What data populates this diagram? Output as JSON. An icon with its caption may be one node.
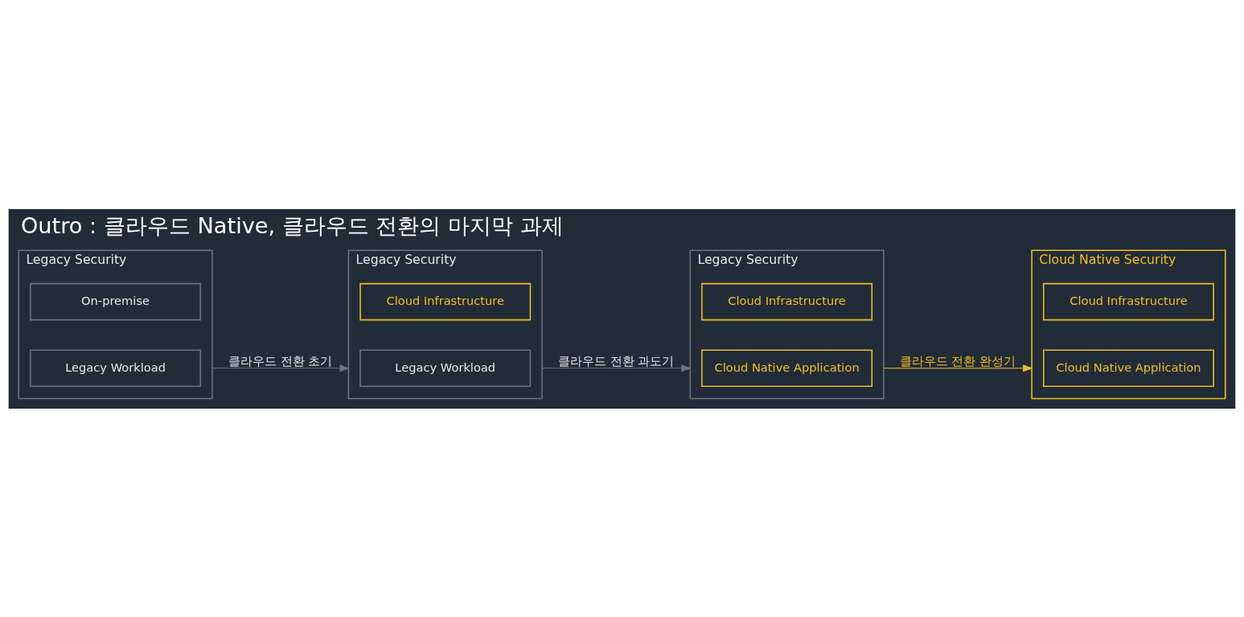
{
  "diagram": {
    "title": "Outro : 클라우드 Native, 클라우드 전환의 마지막 과제",
    "nodes": [
      {
        "text": [
          "Legacy Security"
        ]
      },
      {
        "text": [
          "Legacy Workload"
        ],
        "in": 0
      },
      {
        "text": [
          "On-premise"
        ],
        "in": 0
      },
      {
        "text": [
          "Legacy Security"
        ]
      },
      {
        "text": [
          "Legacy Workload"
        ],
        "in": 3
      },
      {
        "text": [
          "Cloud Infrastructure"
        ],
        "in": 3
      },
      {
        "text": [
          "Legacy Security"
        ]
      },
      {
        "text": [
          "Cloud Native Application"
        ],
        "in": 6
      },
      {
        "text": [
          "Cloud Infrastructure"
        ],
        "in": 6
      },
      {
        "text": [
          "Cloud Native Security"
        ]
      },
      {
        "text": [
          "Cloud Native Application"
        ],
        "in": 9
      },
      {
        "text": [
          "Cloud Infrastructure"
        ],
        "in": 9
      }
    ],
    "edges": [
      {
        "from": 0,
        "to": 3,
        "arrow": "to",
        "label": "클라우드 전환 초기"
      },
      {
        "from": 3,
        "to": 6,
        "arrow": "to",
        "label": "클라우드 전환 과도기"
      },
      {
        "from": 6,
        "to": 9,
        "arrow": "to",
        "label": "클라우드 전환 완성기",
        "color": "#f0c020"
      }
    ]
  }
}
